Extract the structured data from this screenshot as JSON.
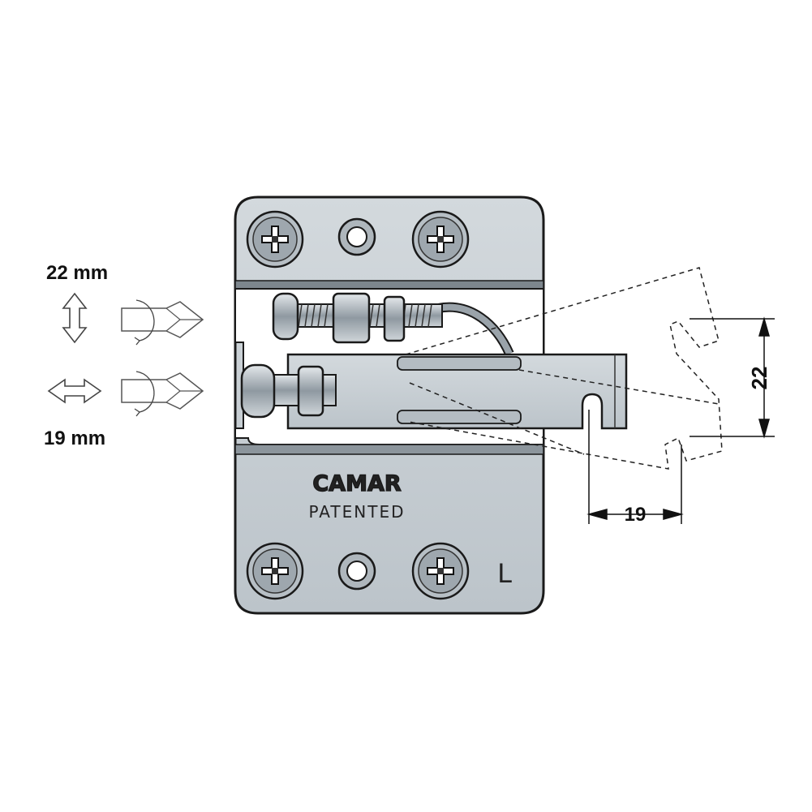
{
  "left_legend": {
    "vertical_label": "22 mm",
    "horizontal_label": "19 mm"
  },
  "plate": {
    "brand": "CAMAR",
    "patent_mark": "PATENTED",
    "side_mark": "L"
  },
  "dimensions": {
    "vertical_value": "22",
    "horizontal_value": "19"
  },
  "colors": {
    "plate_fill": "#c7ced3",
    "outline": "#1a1a1a",
    "screw_fill": "#aab3ba"
  }
}
